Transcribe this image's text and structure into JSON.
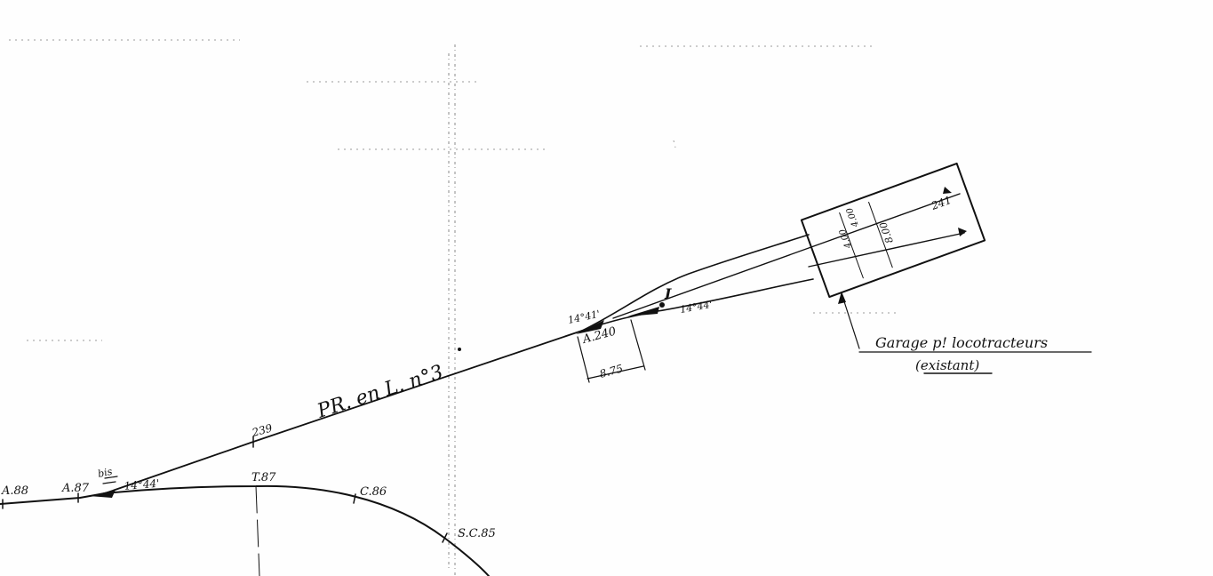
{
  "labels": {
    "a88": "A.88",
    "a87": "A.87",
    "bis": "bis",
    "angle_left": "14°44'",
    "t87": "T.87",
    "c86": "C.86",
    "sc85": "S.C.85",
    "km239": "239",
    "track_name": "PR. en L. n°3",
    "a240": "A.240",
    "angle_top": "14°41'",
    "angle_right": "14°44'",
    "switch_mark": "I",
    "dim_875": "8.75",
    "km241": "241",
    "dim_400a": "4.00",
    "dim_400b": "4.00",
    "dim_800": "8.00",
    "garage_line1": "Garage p! locotracteurs",
    "garage_line2": "(existant)"
  }
}
